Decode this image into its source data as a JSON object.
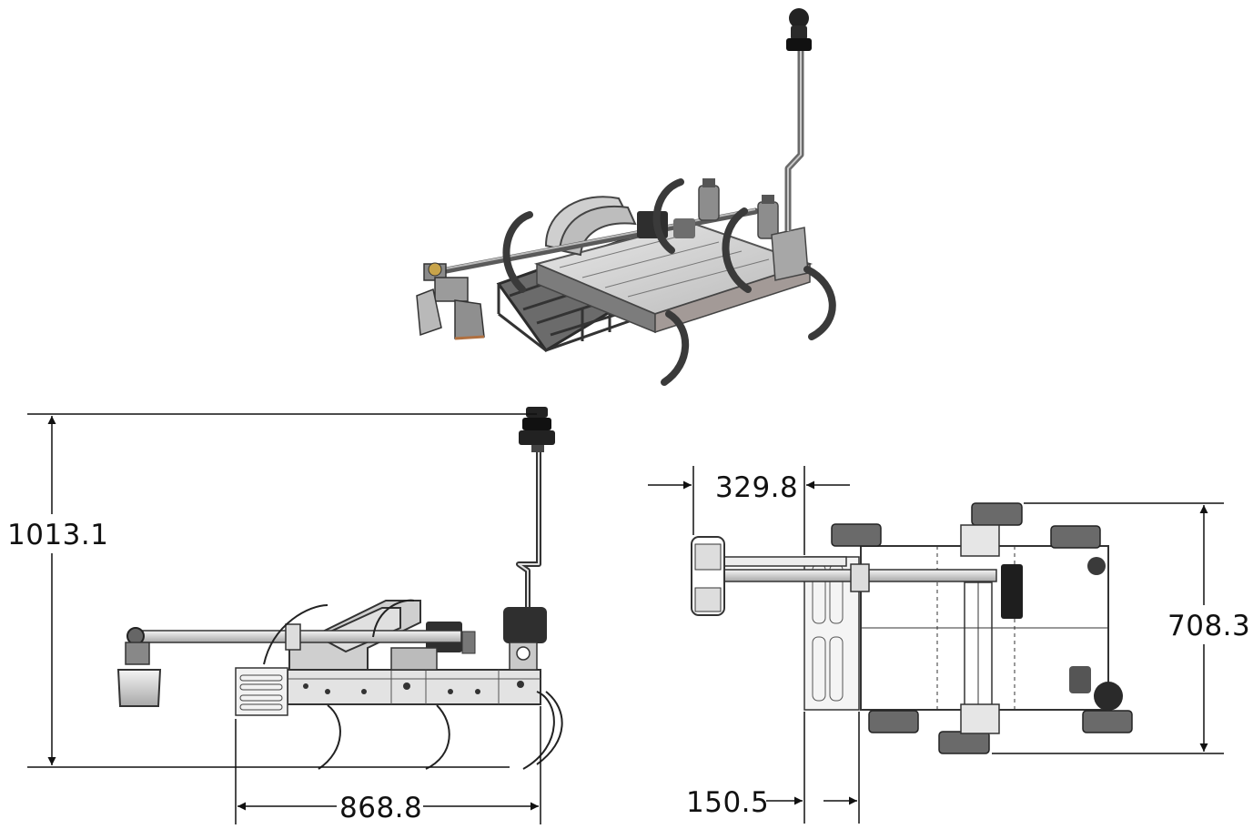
{
  "drawing": {
    "side_view": {
      "height_dimension": "1013.1",
      "length_dimension": "868.8"
    },
    "top_view": {
      "offset_dimension_top": "329.8",
      "offset_dimension_bottom": "150.5",
      "width_dimension": "708.3"
    }
  },
  "colors": {
    "dimension_line": "#111111",
    "metal_dark": "#3c3c3c",
    "metal_mid": "#8a8a8a",
    "metal_light": "#d9d9d9",
    "wheel_dark": "#555555"
  }
}
